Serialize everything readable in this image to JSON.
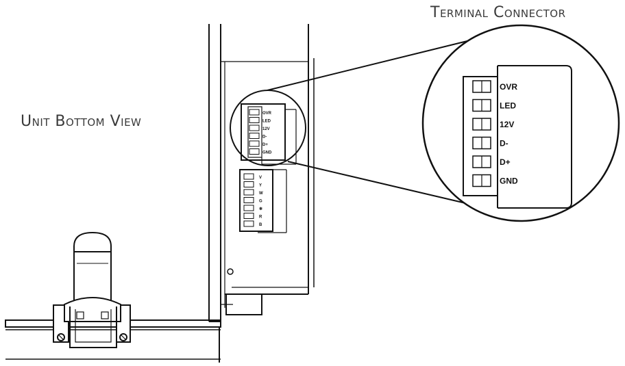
{
  "titles": {
    "unit_bottom_view": "Unit Bottom View",
    "terminal_connector": "Terminal Connector"
  },
  "terminal_pins": [
    "OVR",
    "LED",
    "12V",
    "D-",
    "D+",
    "GND"
  ],
  "lower_connector_pins": [
    "V",
    "Y",
    "W",
    "G",
    "❄",
    "R",
    "B"
  ],
  "colors": {
    "line": "#111111",
    "text": "#3a3a3a",
    "background": "#ffffff"
  }
}
